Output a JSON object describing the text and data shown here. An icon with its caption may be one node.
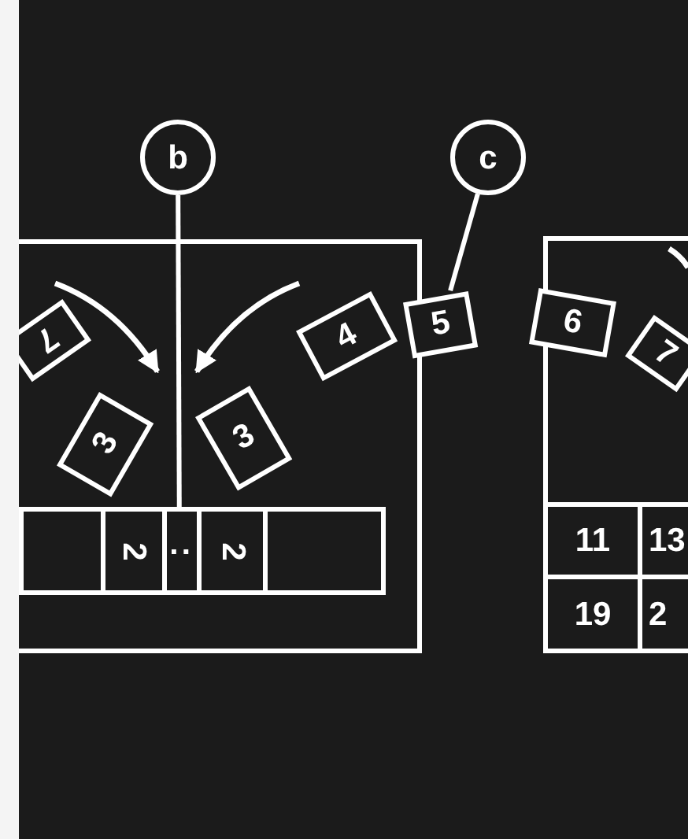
{
  "diagram": {
    "nodes": [
      {
        "text": [
          "b"
        ]
      },
      {
        "text": [
          "c"
        ]
      },
      {
        "text": [],
        "shape": "box"
      },
      {
        "text": [
          "7"
        ]
      },
      {
        "text": [
          "3"
        ],
        "in": 2
      },
      {
        "text": [
          "3"
        ],
        "in": 2
      },
      {
        "text": [
          "4"
        ],
        "in": 2
      },
      {
        "text": [
          "5"
        ]
      },
      {
        "text": [],
        "shape": "box",
        "in": 2
      },
      {
        "text": [],
        "shape": "box",
        "in": 8
      },
      {
        "text": [
          "2"
        ],
        "in": 8
      },
      {
        "text": [
          ":"
        ],
        "in": 8
      },
      {
        "text": [
          "2"
        ],
        "in": 8
      },
      {
        "text": [],
        "shape": "box",
        "in": 8
      },
      {
        "text": [],
        "shape": "box"
      },
      {
        "text": [
          "6"
        ]
      },
      {
        "text": [
          "7"
        ],
        "in": 14
      },
      {
        "text": [
          "11"
        ],
        "in": 14
      },
      {
        "text": [
          "13"
        ],
        "in": 14
      },
      {
        "text": [
          "19"
        ],
        "in": 14
      },
      {
        "text": [
          "2"
        ],
        "in": 14
      }
    ],
    "edges": [
      {
        "from": 0,
        "to": 11,
        "arrow": "none"
      },
      {
        "from": 1,
        "to": 7,
        "arrow": "none"
      }
    ]
  }
}
